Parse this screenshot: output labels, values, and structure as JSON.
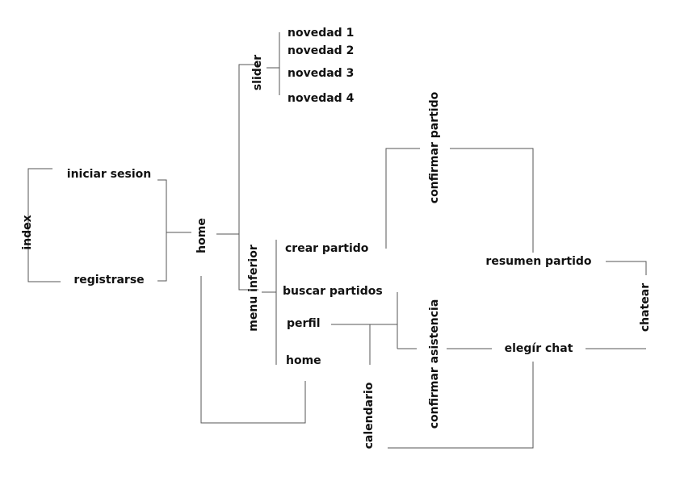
{
  "diagram": {
    "nodes": {
      "index": "index",
      "iniciar_sesion": "iniciar sesion",
      "registrarse": "registrarse",
      "home": "home",
      "slider": "slider",
      "novedad_1": "novedad 1",
      "novedad_2": "novedad 2",
      "novedad_3": "novedad 3",
      "novedad_4": "novedad 4",
      "menu_inferior": "menu inferior",
      "crear_partido": "crear partido",
      "buscar_partidos": "buscar partidos",
      "perfil": "perfil",
      "menu_home": "home",
      "confirmar_partido": "confirmar partido",
      "confirmar_asistencia": "confirmar asistencia",
      "calendario": "calendario",
      "resumen_partido": "resumen partido",
      "elegir_chat": "elegír chat",
      "chatear": "chatear"
    }
  }
}
